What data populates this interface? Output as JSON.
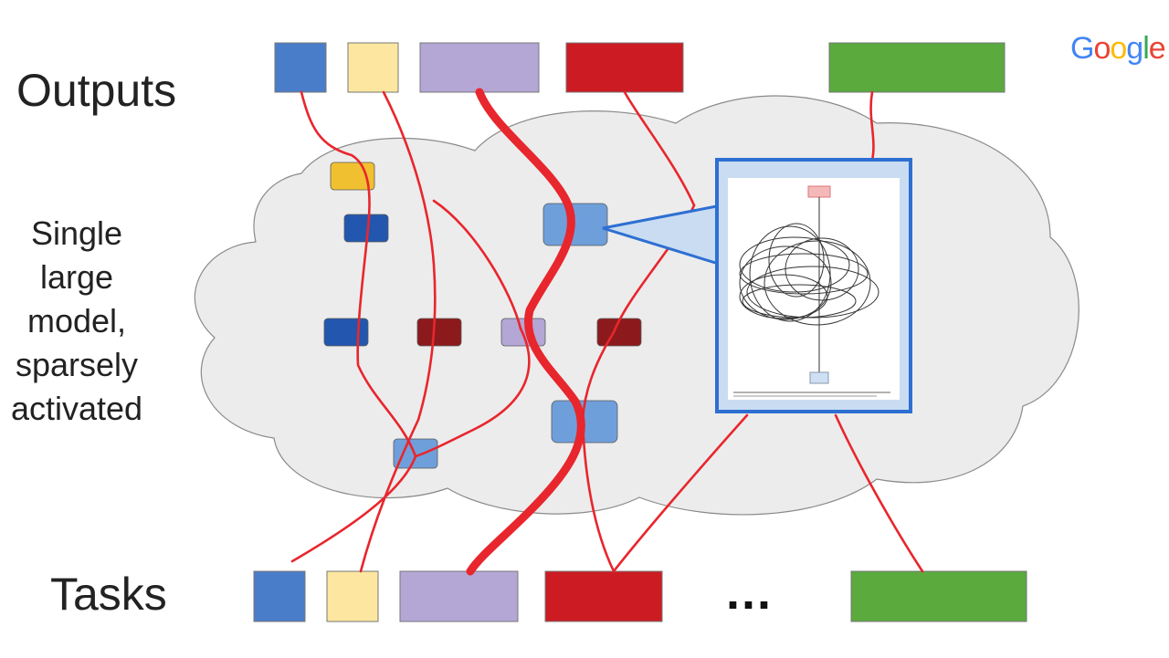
{
  "labels": {
    "outputs": "Outputs",
    "tasks": "Tasks",
    "model_lines": [
      "Single",
      "large",
      "model,",
      "sparsely",
      "activated"
    ],
    "ellipsis": "..."
  },
  "logo": {
    "text": "Google",
    "colors": [
      "#4285F4",
      "#EA4335",
      "#FBBC05",
      "#4285F4",
      "#34A853",
      "#EA4335"
    ]
  },
  "colors": {
    "blue": "#4a7dc9",
    "light_yellow": "#fde7a0",
    "lavender": "#b4a7d6",
    "red": "#cc1b22",
    "green": "#5aaa3e",
    "dark_blue": "#2356ae",
    "dark_red": "#8c1a1c",
    "gold": "#f1c030",
    "mid_blue": "#6f9fdb",
    "route_line": "#e8262d",
    "cloud_fill": "#ececec",
    "cloud_stroke": "#8a8a8a",
    "callout_border": "#2e6fd2",
    "callout_fill": "#c9dcf2"
  },
  "outputs": [
    {
      "color": "blue"
    },
    {
      "color": "light_yellow"
    },
    {
      "color": "lavender"
    },
    {
      "color": "red"
    },
    {
      "color": "green"
    }
  ],
  "tasks": [
    {
      "color": "blue"
    },
    {
      "color": "light_yellow"
    },
    {
      "color": "lavender"
    },
    {
      "color": "red"
    },
    {
      "color": "green"
    }
  ],
  "model_nodes": [
    {
      "color": "gold"
    },
    {
      "color": "dark_blue"
    },
    {
      "color": "mid_blue"
    },
    {
      "color": "dark_blue"
    },
    {
      "color": "dark_red"
    },
    {
      "color": "lavender"
    },
    {
      "color": "dark_red"
    },
    {
      "color": "mid_blue"
    },
    {
      "color": "mid_blue"
    }
  ]
}
